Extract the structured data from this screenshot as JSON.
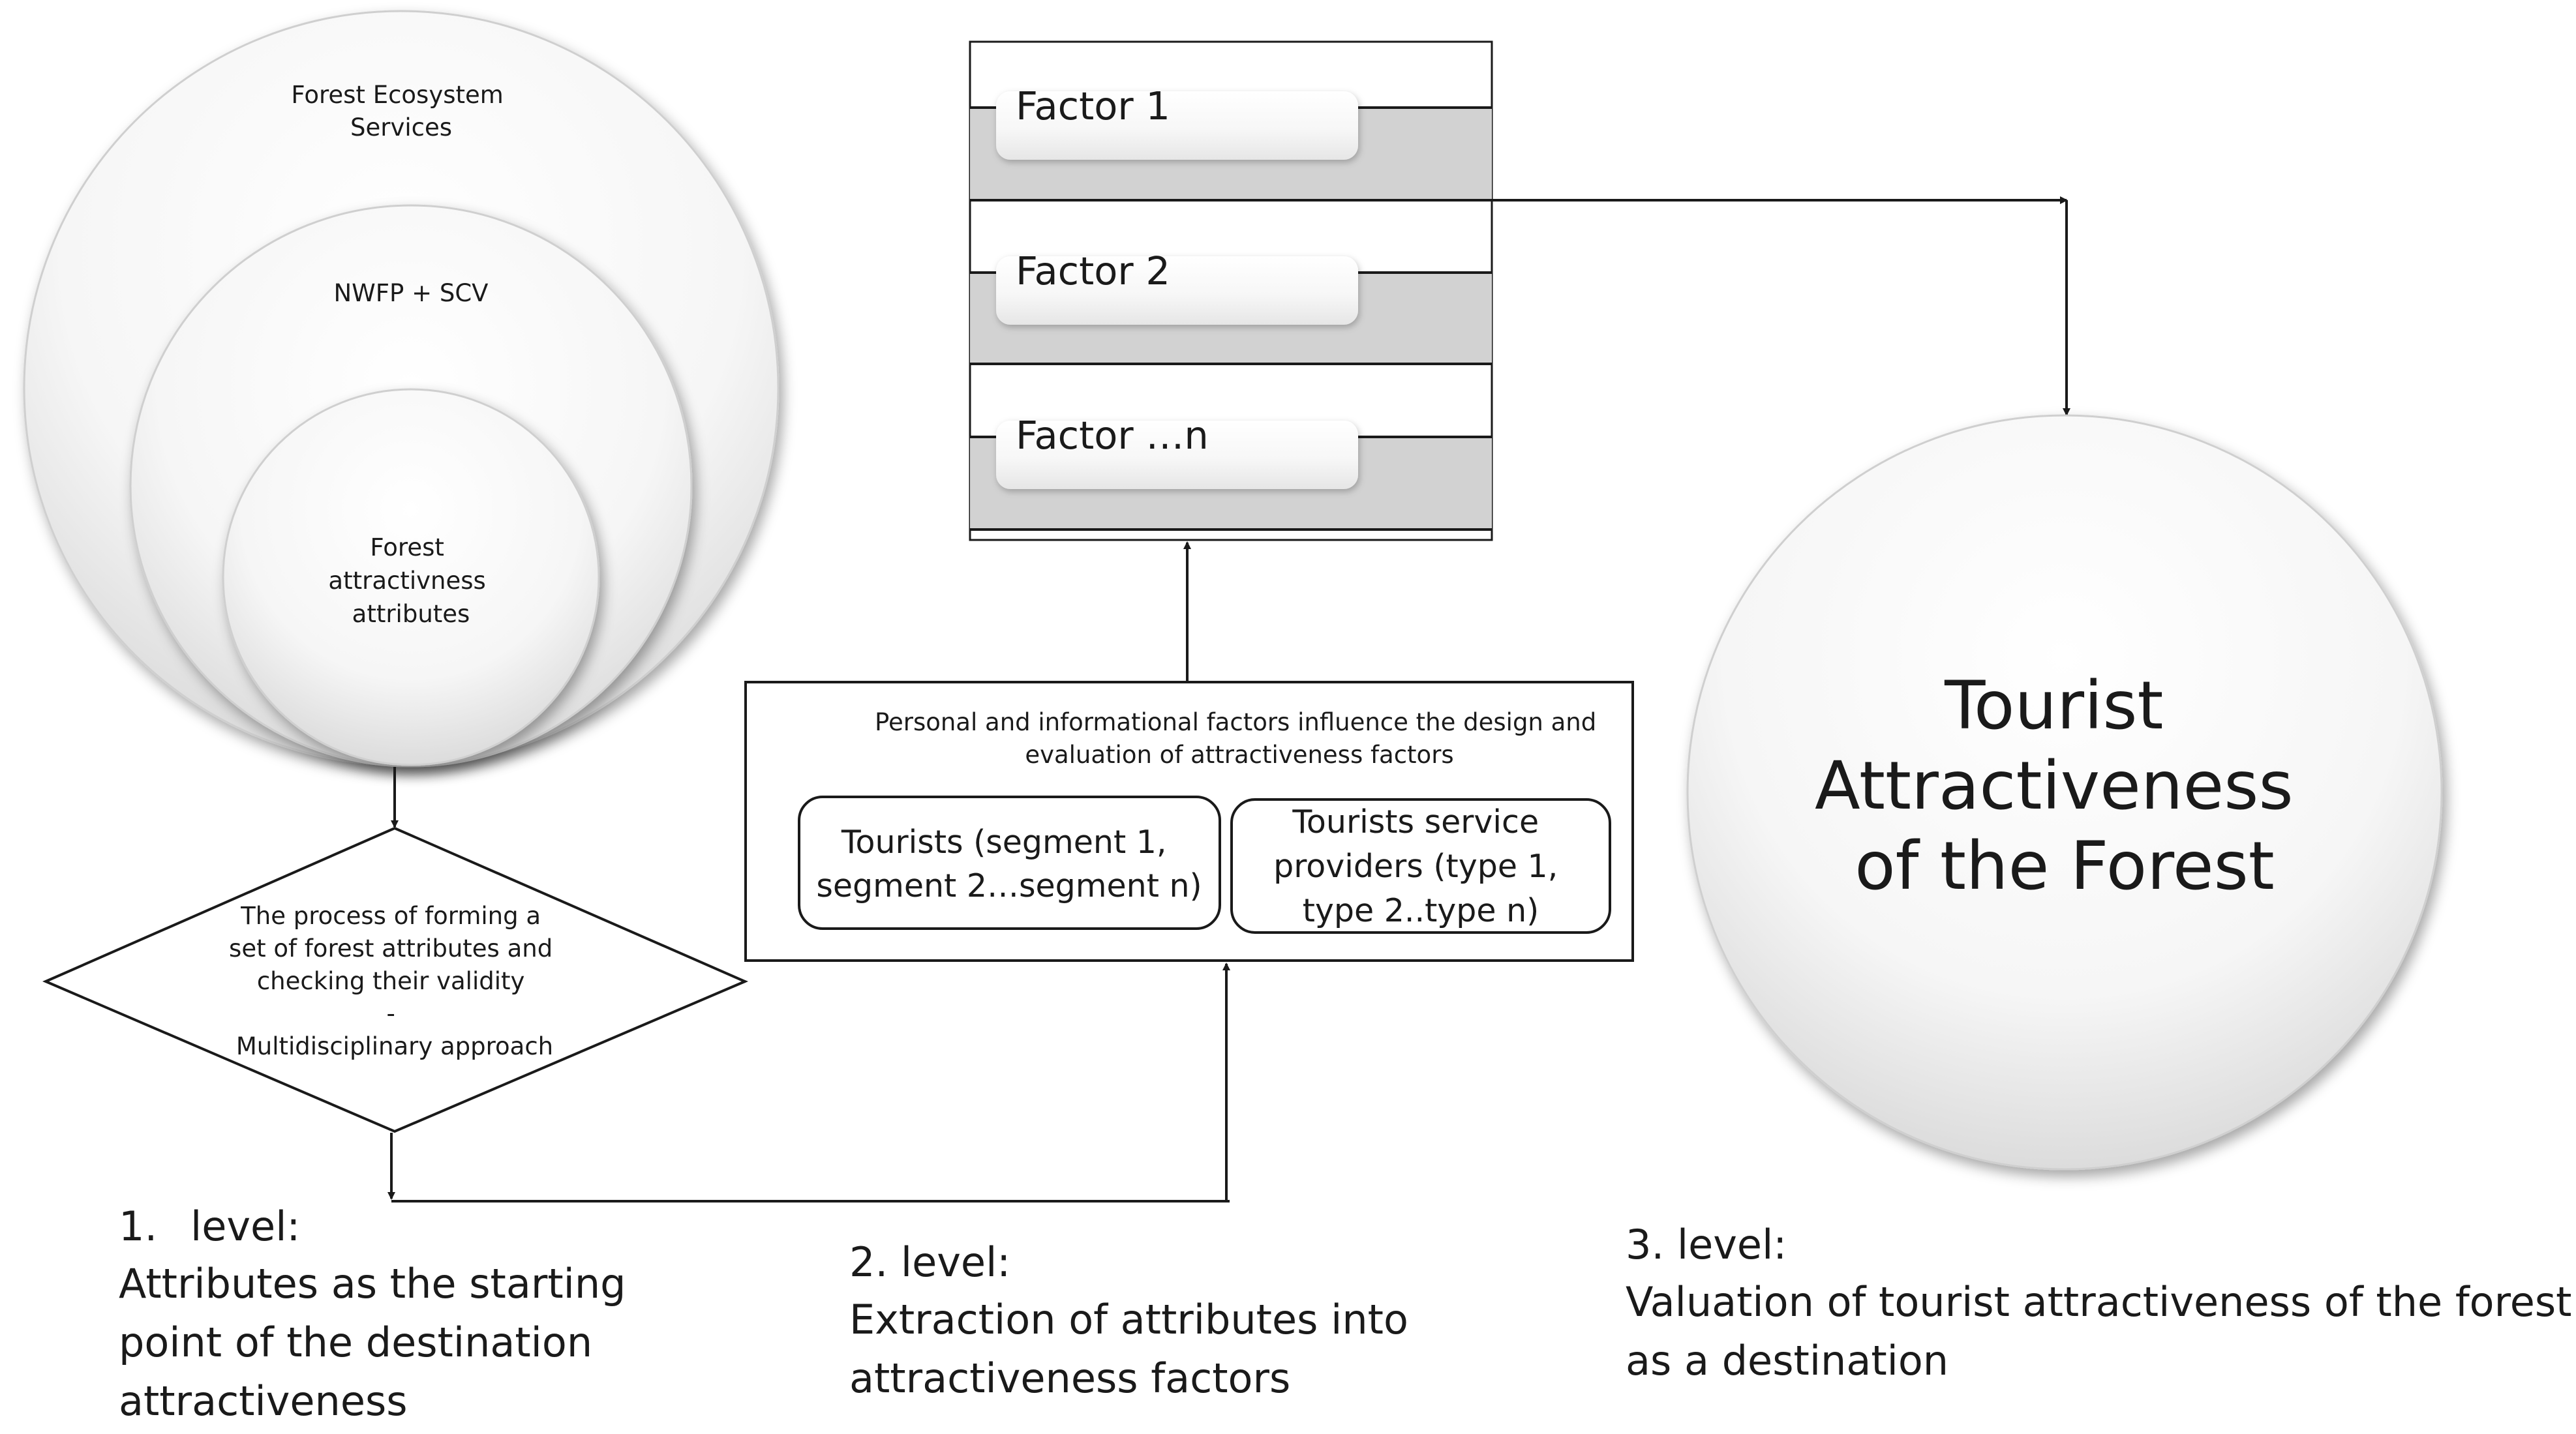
{
  "circles": {
    "outer_label": [
      "Forest Ecosystem",
      "Services"
    ],
    "middle_label": "NWFP + SCV",
    "inner_label": [
      "Forest",
      "attractivness",
      "attributes"
    ]
  },
  "diamond": {
    "lines": [
      "The process of forming a",
      "set of forest attributes and",
      "checking their validity",
      "-",
      "Multidisciplinary approach"
    ]
  },
  "factors": [
    "Factor 1",
    "Factor 2",
    "Factor …n"
  ],
  "influence_box": {
    "title": [
      "Personal and informational factors influence the design and",
      "evaluation of attractiveness factors"
    ],
    "tourists": [
      "Tourists (segment 1,",
      "segment 2…segment n)"
    ],
    "providers": [
      "Tourists service",
      "providers (type 1,",
      "type 2..type n)"
    ]
  },
  "result_circle": {
    "lines": [
      "Tourist",
      "Attractiveness",
      "of the Forest"
    ]
  },
  "levels": {
    "level1": {
      "number": "1.",
      "label": "level:",
      "lines": [
        "Attributes as the starting",
        "point of the destination",
        "attractiveness"
      ]
    },
    "level2": {
      "heading": "2. level:",
      "lines": [
        "Extraction of attributes into",
        "attractiveness factors"
      ]
    },
    "level3": {
      "heading": "3. level:",
      "lines": [
        "Valuation of tourist attractiveness of the forest",
        "as a destination"
      ]
    }
  }
}
